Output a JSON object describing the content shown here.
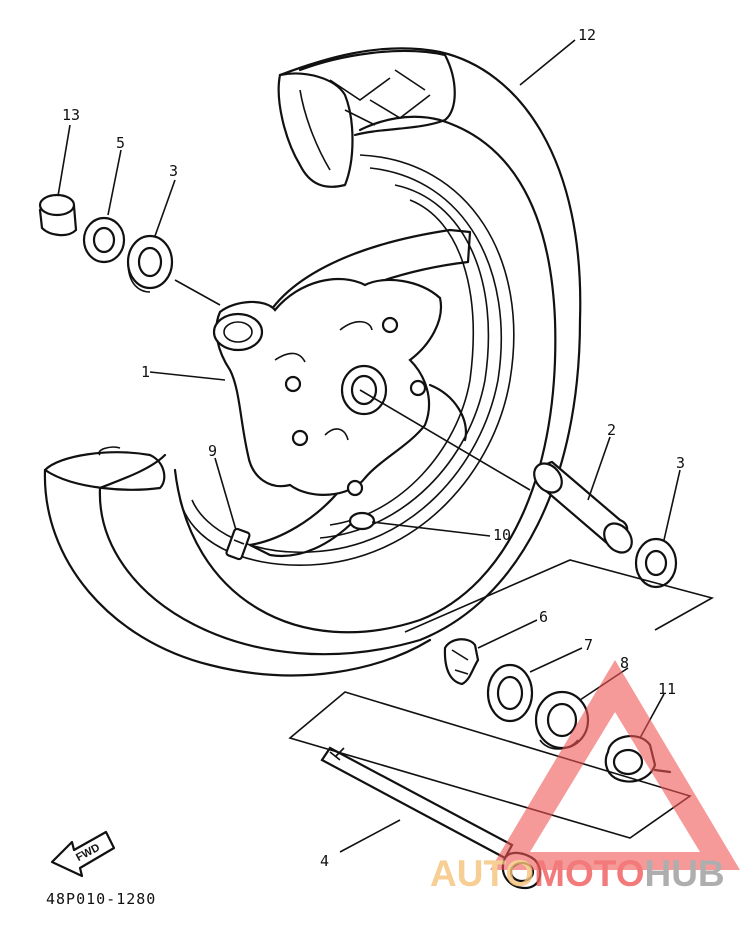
{
  "diagram": {
    "callouts": [
      {
        "id": "c1",
        "label": "1"
      },
      {
        "id": "c2",
        "label": "2"
      },
      {
        "id": "c3a",
        "label": "3"
      },
      {
        "id": "c3b",
        "label": "3"
      },
      {
        "id": "c4",
        "label": "4"
      },
      {
        "id": "c5",
        "label": "5"
      },
      {
        "id": "c6",
        "label": "6"
      },
      {
        "id": "c7",
        "label": "7"
      },
      {
        "id": "c8",
        "label": "8"
      },
      {
        "id": "c9",
        "label": "9"
      },
      {
        "id": "c10",
        "label": "10"
      },
      {
        "id": "c11",
        "label": "11"
      },
      {
        "id": "c12",
        "label": "12"
      },
      {
        "id": "c13",
        "label": "13"
      }
    ],
    "diagram_code": "48P010-1280",
    "forward_arrow_label": "FWD"
  },
  "watermark": {
    "part1": "AUTO",
    "part2": "MOTO",
    "part3": "HUB",
    "colors": {
      "auto": "#f6c27a",
      "moto": "#ef5a5a",
      "hub": "#9a9a9a",
      "triangle": "#f05454"
    }
  }
}
